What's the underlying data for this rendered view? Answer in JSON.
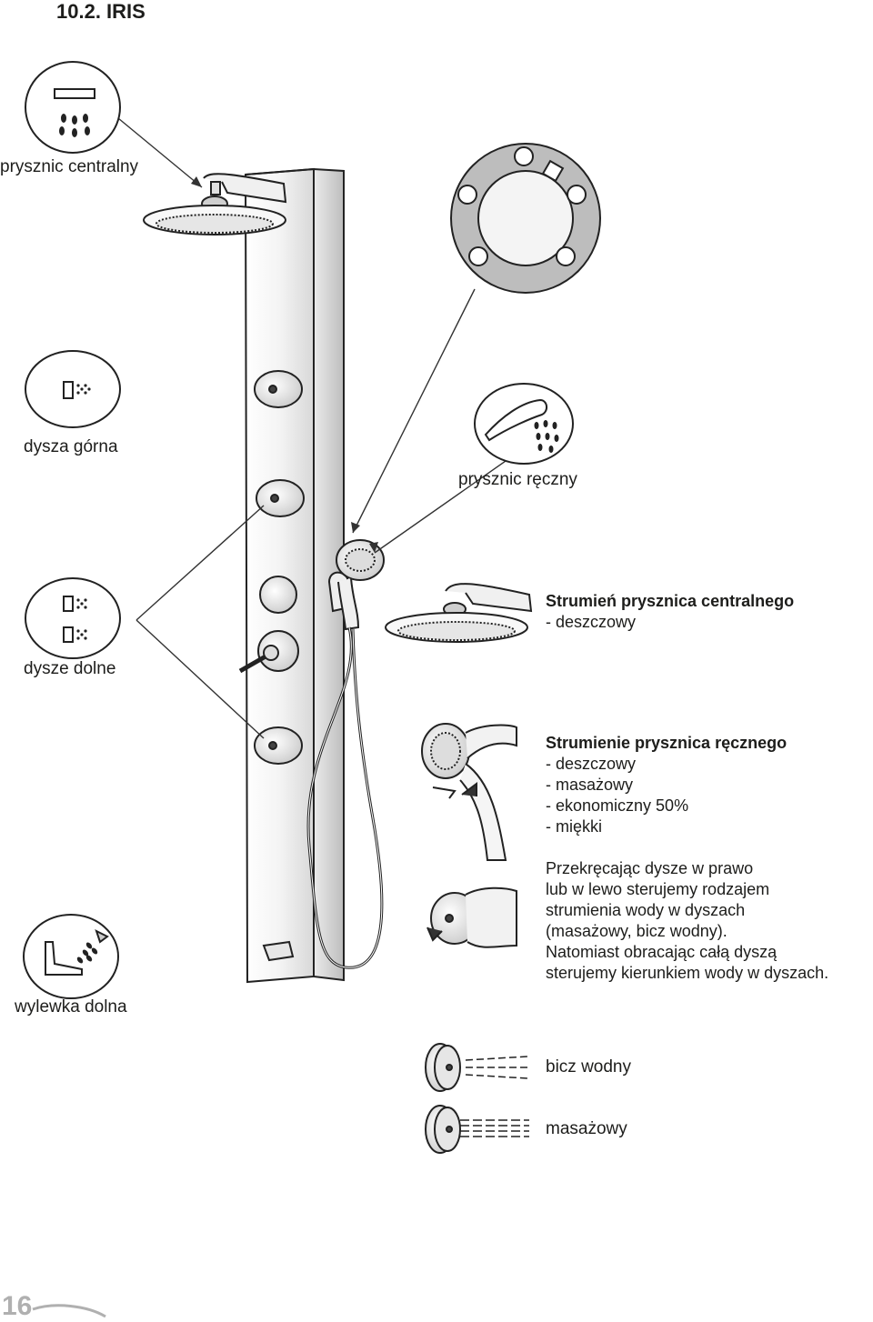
{
  "heading": "10.2. IRIS",
  "labels": {
    "central_shower": "prysznic centralny",
    "upper_jet": "dysza górna",
    "hand_shower": "prysznic ręczny",
    "lower_jets": "dysze dolne",
    "bottom_spout": "wylewka dolna"
  },
  "central_stream": {
    "title": "Strumień prysznica centralnego",
    "items": [
      "- deszczowy"
    ]
  },
  "hand_stream": {
    "title": "Strumienie prysznica ręcznego",
    "items": [
      "- deszczowy",
      "- masażowy",
      "- ekonomiczny 50%",
      "- miękki"
    ]
  },
  "jets_description": [
    "Przekręcając dysze w prawo",
    "lub w lewo sterujemy rodzajem",
    "strumienia wody w dyszach",
    "(masażowy, bicz wodny).",
    "Natomiast obracając całą dyszą",
    "sterujemy kierunkiem wody w dyszach."
  ],
  "jet_modes": {
    "whip": "bicz wodny",
    "massage": "masażowy"
  },
  "page_number": "16"
}
